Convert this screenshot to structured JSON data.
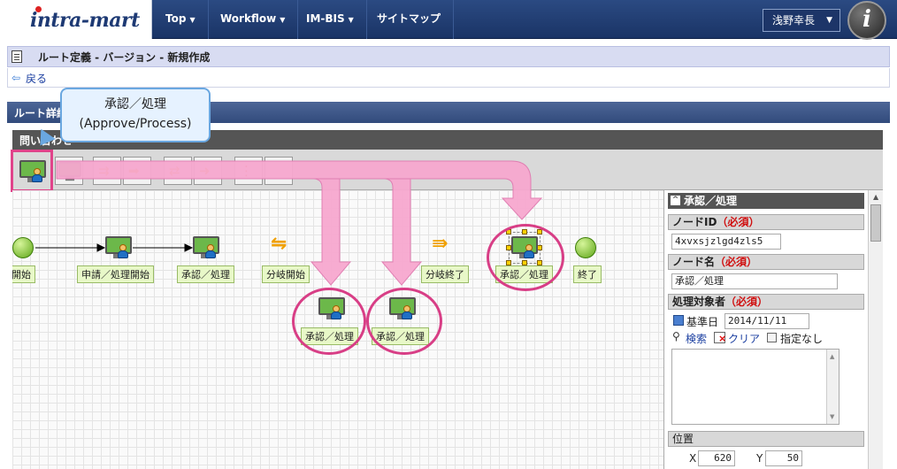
{
  "app": {
    "logo": "intra-mart"
  },
  "nav": {
    "items": [
      {
        "label": "Top",
        "has_menu": true
      },
      {
        "label": "Workflow",
        "has_menu": true
      },
      {
        "label": "IM-BIS",
        "has_menu": true
      },
      {
        "label": "サイトマップ",
        "has_menu": false
      }
    ],
    "user_name": "浅野幸長",
    "help_icon": "info-icon"
  },
  "page": {
    "title": "ルート定義 - バージョン - 新規作成",
    "back_label": "戻る",
    "section_label": "ルート詳細",
    "subsection_label": "問い合わせ"
  },
  "callout": {
    "line1": "承認／処理",
    "line2": "(Approve/Process)"
  },
  "palette": {
    "tools": [
      "approve-process",
      "process-tool",
      "branch-start-tool",
      "branch-end-tool",
      "branch-tool",
      "link-tool",
      "note-tool",
      "blank-tool"
    ],
    "selected": "approve-process"
  },
  "diagram": {
    "nodes": [
      {
        "type": "start",
        "label": "開始"
      },
      {
        "type": "task",
        "label": "申請／処理開始"
      },
      {
        "type": "task",
        "label": "承認／処理"
      },
      {
        "type": "branch-start",
        "label": "分岐開始"
      },
      {
        "type": "branch-end",
        "label": "分岐終了"
      },
      {
        "type": "task",
        "label": "承認／処理",
        "selected": true
      },
      {
        "type": "end",
        "label": "終了"
      },
      {
        "type": "task",
        "label": "承認／処理"
      },
      {
        "type": "task",
        "label": "承認／処理"
      }
    ]
  },
  "properties": {
    "header": "承認／処理",
    "node_id_label": "ノードID",
    "node_id_value": "4xvxsjzlgd4zls5",
    "node_name_label": "ノード名",
    "node_name_value": "承認／処理",
    "target_label": "処理対象者",
    "required_mark": "（必須）",
    "base_date_label": "基準日",
    "base_date_value": "2014/11/11",
    "search_label": "検索",
    "clear_label": "クリア",
    "none_label": "指定なし",
    "position_label": "位置",
    "x_label": "X",
    "x_value": "620",
    "y_label": "Y",
    "y_value": "50"
  },
  "colors": {
    "nav_bg": "#1a3466",
    "highlight": "#d83e86",
    "accent": "#f0a000"
  }
}
